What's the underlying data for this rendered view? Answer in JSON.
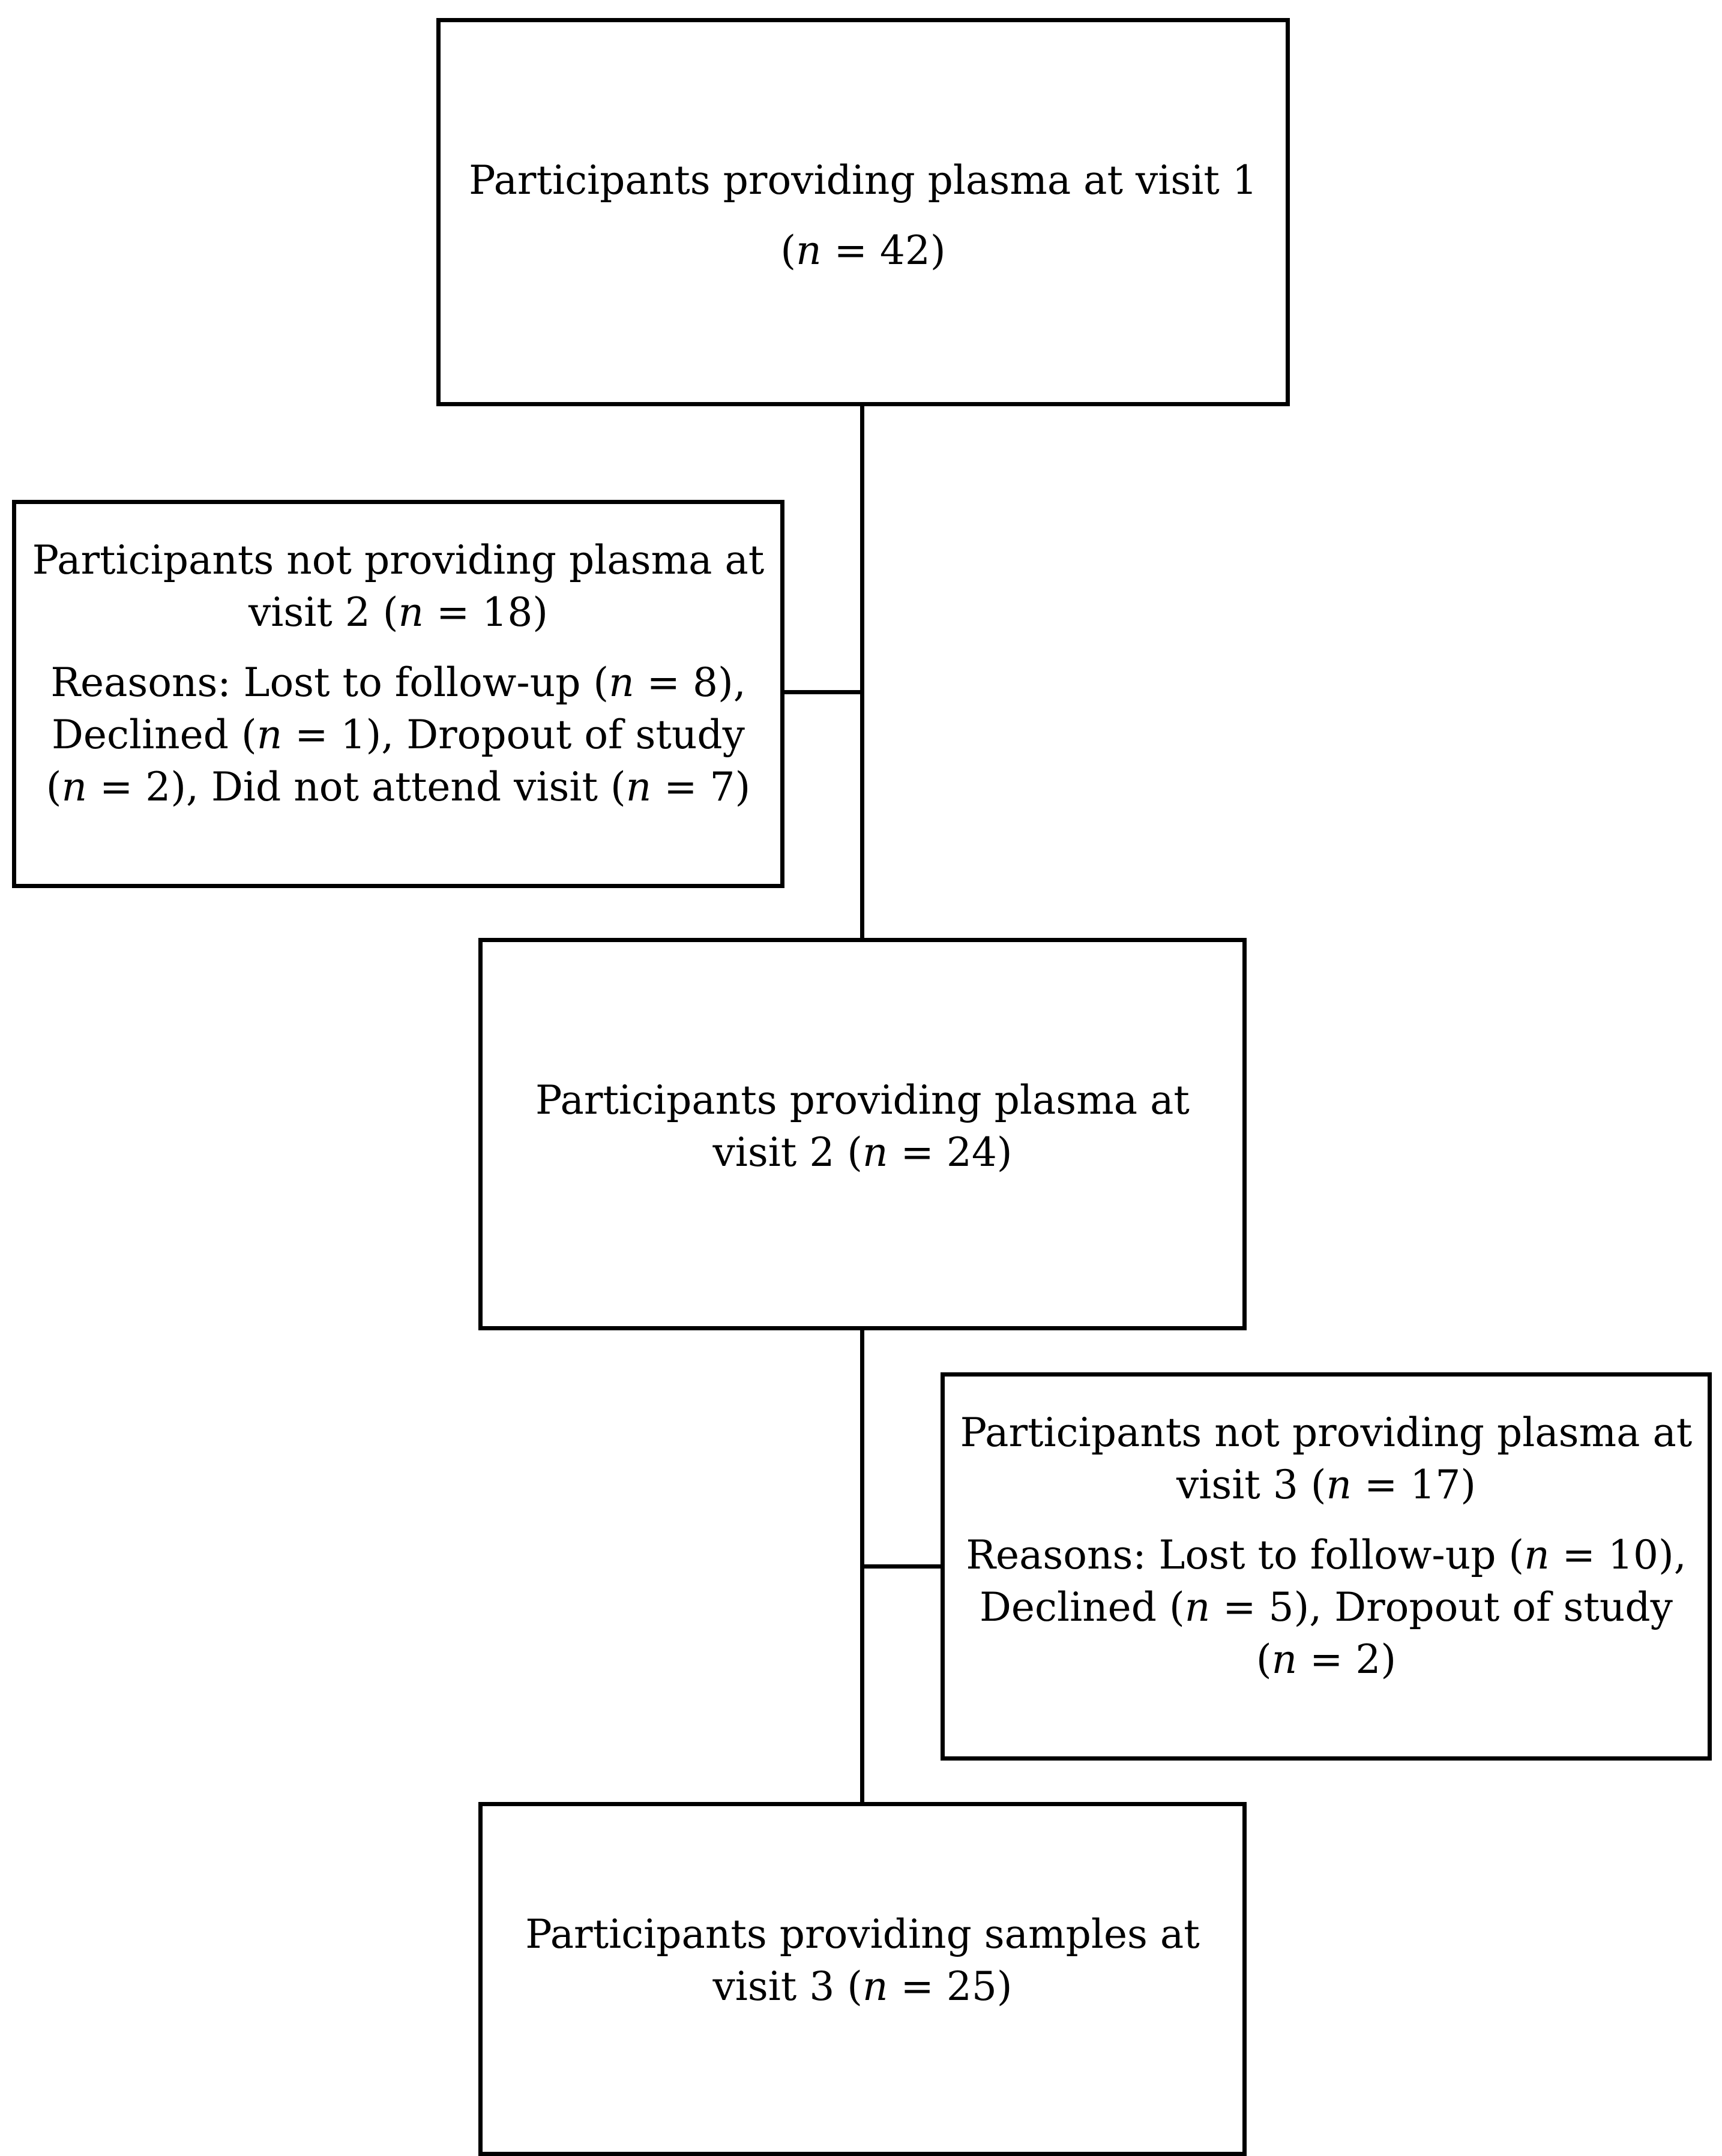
{
  "boxes": {
    "visit1": {
      "line1": "Participants providing plasma at visit 1",
      "n_open": "(",
      "n_var": "n",
      "n_rest": " = 42)"
    },
    "not_visit2": {
      "heading_pre": "Participants not providing plasma at visit 2 (",
      "heading_n": "n",
      "heading_post": " = 18)",
      "reasons": [
        {
          "pre": "Reasons: Lost to follow-up (",
          "n": "n",
          "post": " = 8),"
        },
        {
          "pre": " Declined (",
          "n": "n",
          "post": " = 1),"
        },
        {
          "pre": " Dropout of study (",
          "n": "n",
          "post": " = 2),"
        },
        {
          "pre": " Did not attend visit (",
          "n": "n",
          "post": " = 7)"
        }
      ]
    },
    "visit2": {
      "pre": "Participants providing plasma at visit 2 (",
      "n": "n",
      "post": " = 24)"
    },
    "not_visit3": {
      "heading_pre": "Participants not providing plasma at visit 3 (",
      "heading_n": "n",
      "heading_post": " = 17)",
      "reasons": [
        {
          "pre": "Reasons: Lost to follow-up (",
          "n": "n",
          "post": " = 10),"
        },
        {
          "pre": " Declined (",
          "n": "n",
          "post": " = 5),"
        },
        {
          "pre": " Dropout of study (",
          "n": "n",
          "post": " = 2)"
        }
      ]
    },
    "visit3": {
      "pre": "Participants providing samples at visit 3 (",
      "n": "n",
      "post": " = 25)"
    }
  }
}
